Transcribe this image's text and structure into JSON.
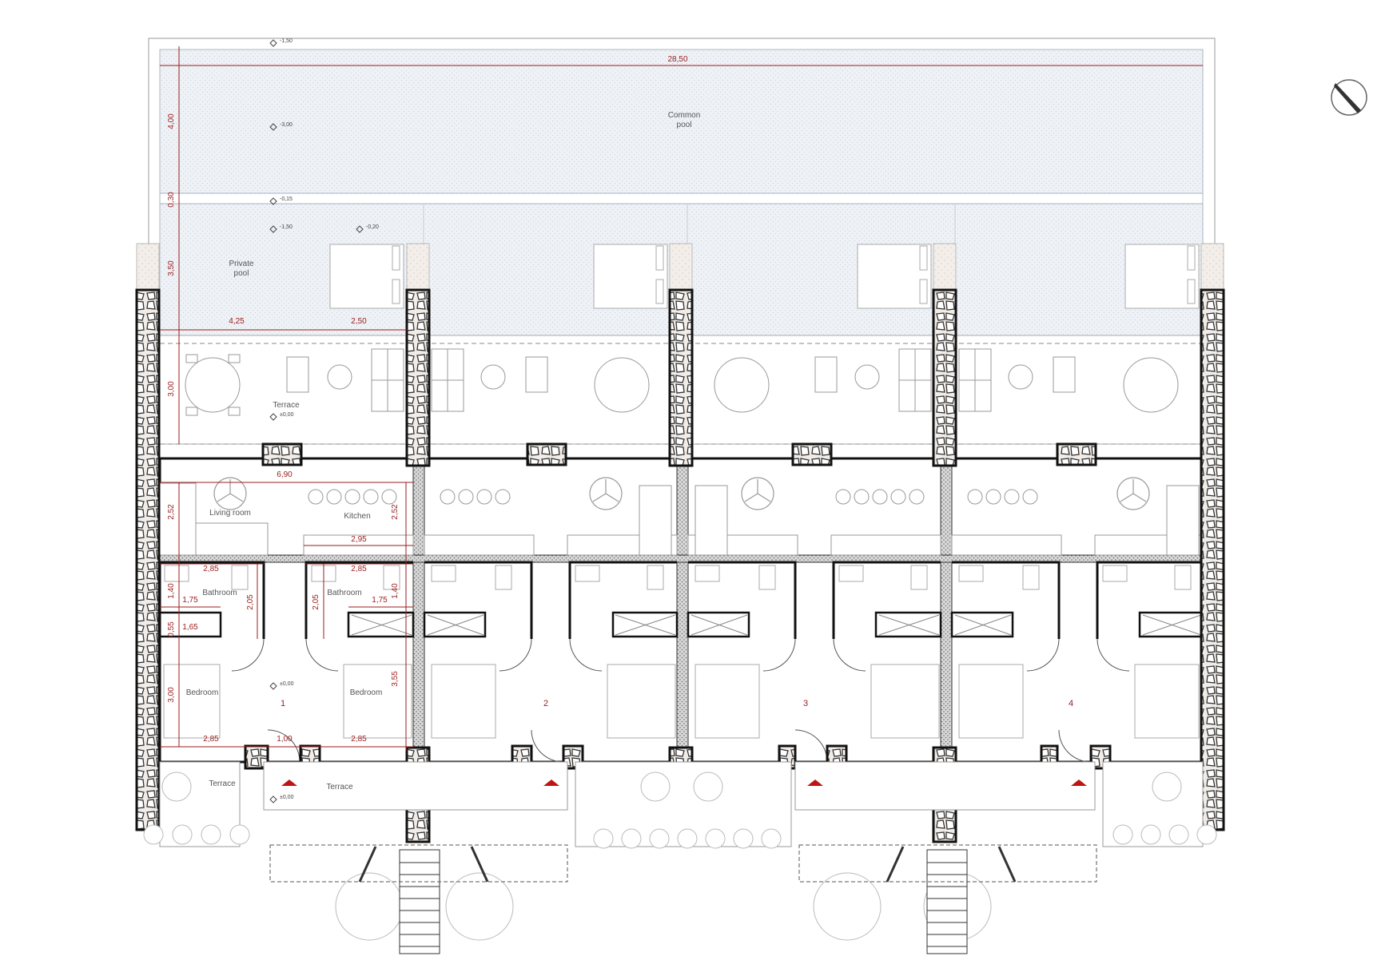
{
  "plan": {
    "rooms": {
      "common_pool": [
        "Common",
        "pool"
      ],
      "private_pool": [
        "Private",
        "pool"
      ],
      "terrace_top": "Terrace",
      "living_room": "Living room",
      "kitchen": "Kitchen",
      "bathroom": "Bathroom",
      "bedroom": "Bedroom",
      "terrace_bottom": "Terrace"
    },
    "units": [
      "1",
      "2",
      "3",
      "4"
    ],
    "dimensions": {
      "total_width": "28,50",
      "pool_depth": "4,00",
      "pool_gap": "0,30",
      "private_pool_depth": "3,50",
      "private_pool_width": "4,25",
      "private_pool_width2": "2,50",
      "terrace_depth": "3,00",
      "living_width": "6,90",
      "living_depth": "2,52",
      "kitchen_depth": "2,52",
      "kitchen_counter": "2,95",
      "bath_width": "2,85",
      "bath_width_b": "2,85",
      "bath_depth": "1,40",
      "bath_depth_b": "1,40",
      "bath_inner": "1,75",
      "bath_inner_b": "1,75",
      "bath_height": "2,05",
      "bath_height_b": "2,05",
      "closet_w": "1,65",
      "closet_d": "0,55",
      "bedroom_depth": "3,00",
      "bedroom_depth_b": "3,55",
      "bedroom_width": "2,85",
      "bedroom_width_b": "2,85",
      "corridor": "1,00"
    },
    "levels": {
      "pool_edge": "-1,50",
      "pool_bottom": "-3,00",
      "overflow": "-0,15",
      "private_bottom": "-1,50",
      "private_edge": "-0,20",
      "terrace": "±0,00",
      "interior": "±0,00",
      "entrance": "±0,00"
    },
    "colors": {
      "dimension": "#9a1c1c",
      "wall": "#111111",
      "water": "#eef2f6",
      "stone": "#e9e1da",
      "arrow": "#c01515"
    },
    "icons": [
      "north-arrow-icon",
      "ceiling-fan-icon",
      "tree-icon",
      "entrance-arrow-icon"
    ]
  }
}
